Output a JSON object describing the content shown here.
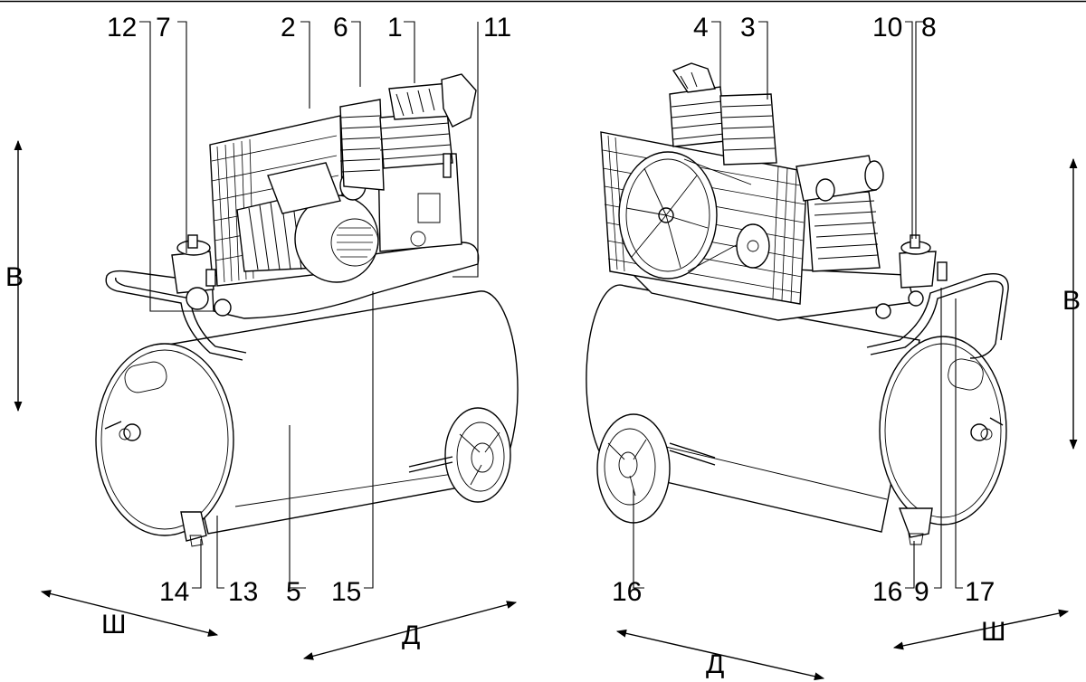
{
  "callouts": {
    "left": [
      "12",
      "7",
      "2",
      "6",
      "1",
      "11",
      "14",
      "13",
      "5",
      "15"
    ],
    "right": [
      "4",
      "3",
      "10",
      "8",
      "16",
      "16",
      "9",
      "17"
    ]
  },
  "dimensions": {
    "height": "В",
    "width": "Ш",
    "length": "Д"
  }
}
